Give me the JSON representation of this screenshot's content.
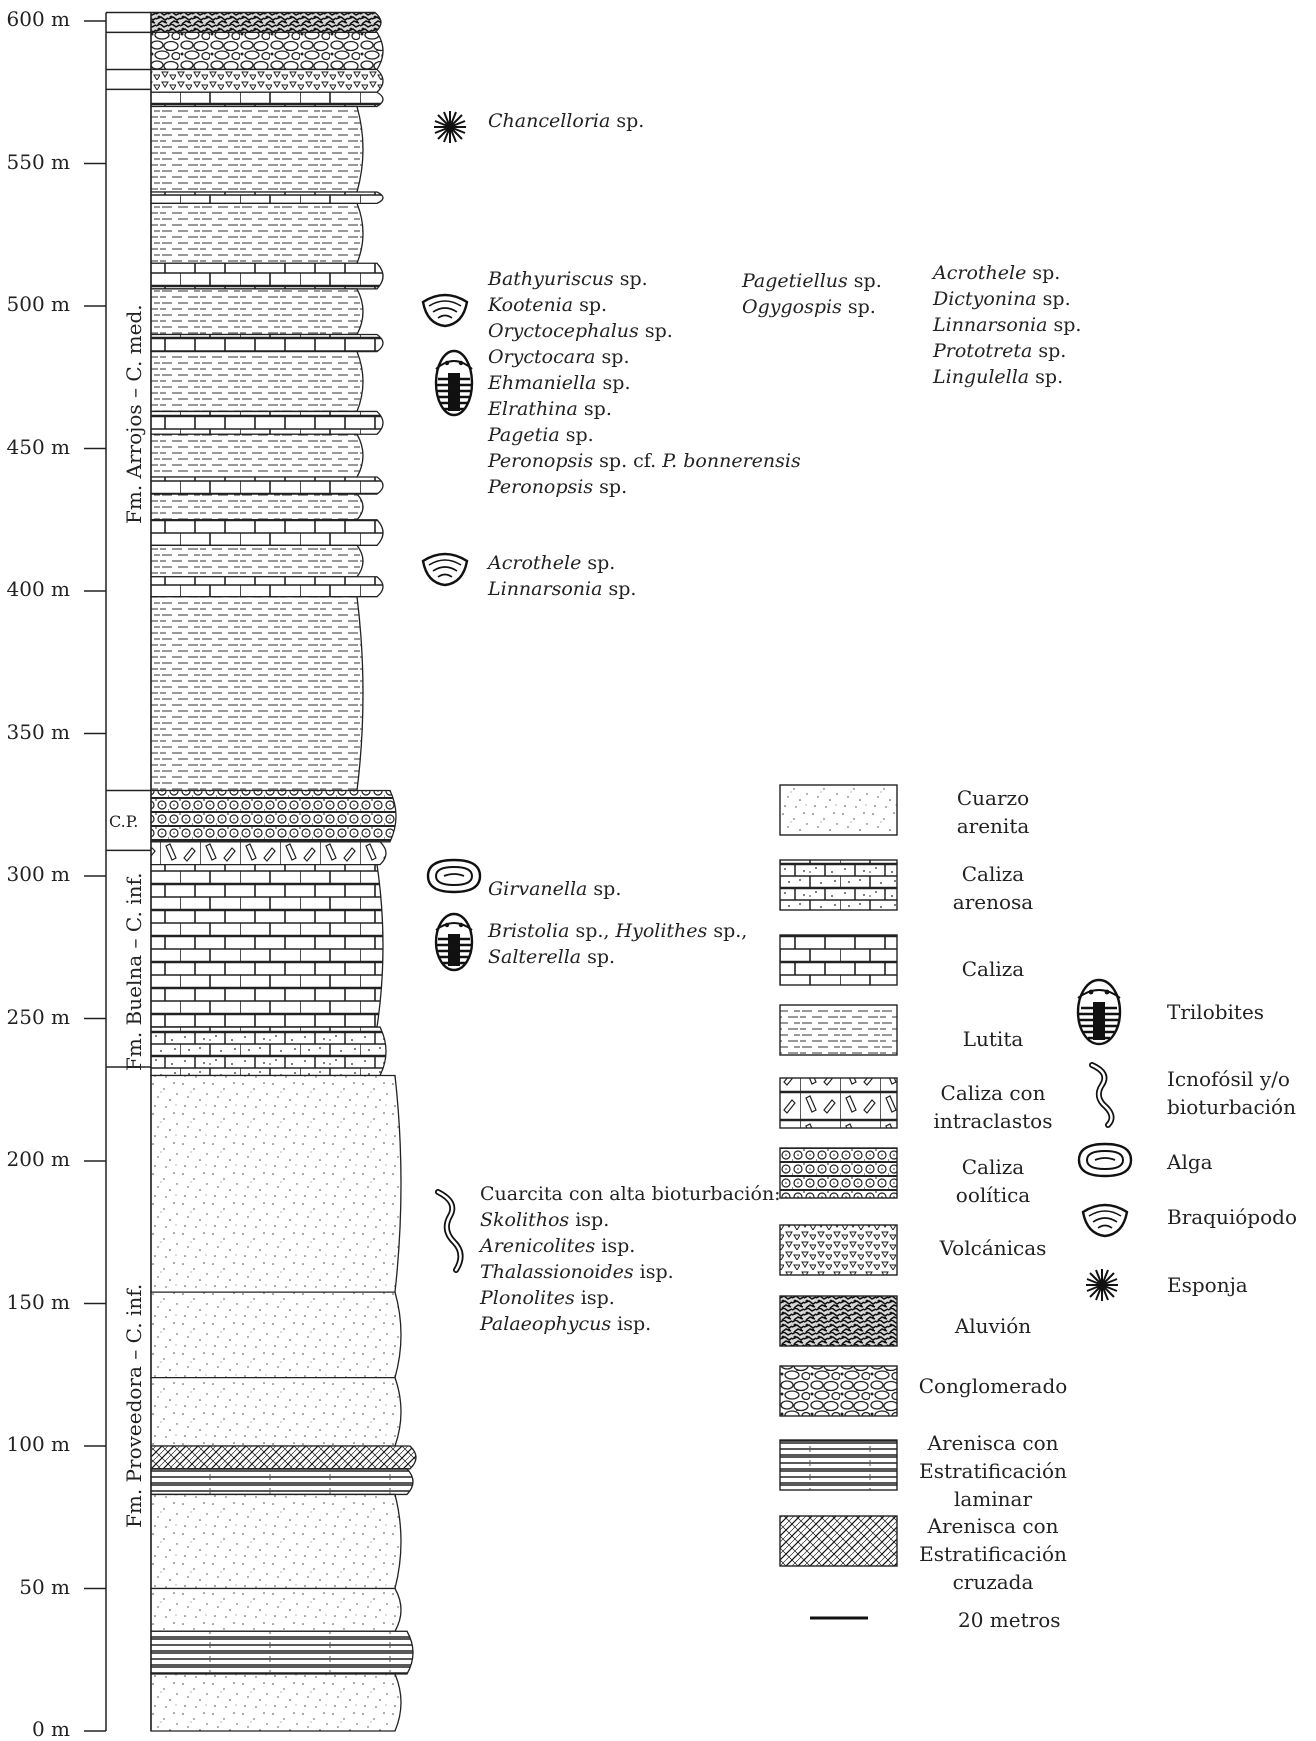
{
  "axis": {
    "ticks": [
      {
        "label": "600 m",
        "value": 600
      },
      {
        "label": "550 m",
        "value": 550
      },
      {
        "label": "500 m",
        "value": 500
      },
      {
        "label": "450 m",
        "value": 450
      },
      {
        "label": "400 m",
        "value": 400
      },
      {
        "label": "350 m",
        "value": 350
      },
      {
        "label": "300 m",
        "value": 300
      },
      {
        "label": "250 m",
        "value": 250
      },
      {
        "label": "200 m",
        "value": 200
      },
      {
        "label": "150 m",
        "value": 150
      },
      {
        "label": "100 m",
        "value": 100
      },
      {
        "label": "50 m",
        "value": 50
      },
      {
        "label": "0 m",
        "value": 0
      }
    ]
  },
  "formations": {
    "arrojos": "Fm. Arrojos – C. med.",
    "cp": "C.P.",
    "buelna": "Fm. Buelna – C. inf.",
    "proveedora": "Fm. Proveedora – C. inf."
  },
  "layers": [
    {
      "lithology": "aluvion",
      "from": 596,
      "to": 603
    },
    {
      "lithology": "conglomerado",
      "from": 583,
      "to": 596
    },
    {
      "lithology": "volcanicas",
      "from": 575,
      "to": 583
    },
    {
      "lithology": "caliza",
      "from": 570,
      "to": 575
    },
    {
      "lithology": "lutita",
      "from": 540,
      "to": 570
    },
    {
      "lithology": "caliza",
      "from": 536,
      "to": 540
    },
    {
      "lithology": "lutita",
      "from": 515,
      "to": 536
    },
    {
      "lithology": "caliza",
      "from": 506,
      "to": 515
    },
    {
      "lithology": "lutita",
      "from": 490,
      "to": 506
    },
    {
      "lithology": "caliza",
      "from": 484,
      "to": 490
    },
    {
      "lithology": "lutita",
      "from": 463,
      "to": 484
    },
    {
      "lithology": "caliza",
      "from": 455,
      "to": 463
    },
    {
      "lithology": "lutita",
      "from": 440,
      "to": 455
    },
    {
      "lithology": "caliza",
      "from": 434,
      "to": 440
    },
    {
      "lithology": "lutita",
      "from": 425,
      "to": 434
    },
    {
      "lithology": "caliza",
      "from": 416,
      "to": 425
    },
    {
      "lithology": "lutita",
      "from": 405,
      "to": 416
    },
    {
      "lithology": "caliza",
      "from": 398,
      "to": 405
    },
    {
      "lithology": "lutita",
      "from": 330,
      "to": 398
    },
    {
      "lithology": "oolitica",
      "from": 312,
      "to": 330
    },
    {
      "lithology": "intraclastos",
      "from": 304,
      "to": 312
    },
    {
      "lithology": "caliza",
      "from": 247,
      "to": 304
    },
    {
      "lithology": "arenosa",
      "from": 230,
      "to": 247
    },
    {
      "lithology": "cuarzo",
      "from": 154,
      "to": 230
    },
    {
      "lithology": "cuarzo",
      "from": 124,
      "to": 154
    },
    {
      "lithology": "cuarzo",
      "from": 100,
      "to": 124
    },
    {
      "lithology": "cruzada",
      "from": 92,
      "to": 100
    },
    {
      "lithology": "laminar",
      "from": 83,
      "to": 92
    },
    {
      "lithology": "cuarzo",
      "from": 50,
      "to": 83
    },
    {
      "lithology": "cuarzo",
      "from": 35,
      "to": 50
    },
    {
      "lithology": "laminar",
      "from": 20,
      "to": 35
    },
    {
      "lithology": "cuarzo",
      "from": 0,
      "to": 20
    }
  ],
  "fossils": {
    "chancelloria": [
      [
        {
          "t": "Chancelloria",
          "i": true
        },
        {
          "t": " sp.",
          "i": false
        }
      ]
    ],
    "group_500_a": [
      [
        {
          "t": "Bathyuriscus",
          "i": true
        },
        {
          "t": " sp.",
          "i": false
        }
      ],
      [
        {
          "t": "Kootenia",
          "i": true
        },
        {
          "t": " sp.",
          "i": false
        }
      ],
      [
        {
          "t": "Oryctocephalus",
          "i": true
        },
        {
          "t": " sp.",
          "i": false
        }
      ],
      [
        {
          "t": "Oryctocara",
          "i": true
        },
        {
          "t": " sp.",
          "i": false
        }
      ],
      [
        {
          "t": "Ehmaniella",
          "i": true
        },
        {
          "t": " sp.",
          "i": false
        }
      ],
      [
        {
          "t": "Elrathina",
          "i": true
        },
        {
          "t": " sp.",
          "i": false
        }
      ],
      [
        {
          "t": "Pagetia",
          "i": true
        },
        {
          "t": " sp.",
          "i": false
        }
      ],
      [
        {
          "t": "Peronopsis",
          "i": true
        },
        {
          "t": " sp. cf. ",
          "i": false
        },
        {
          "t": "P. bonnerensis",
          "i": true
        }
      ],
      [
        {
          "t": "Peronopsis",
          "i": true
        },
        {
          "t": " sp.",
          "i": false
        }
      ]
    ],
    "group_500_b": [
      [
        {
          "t": "Pagetiellus",
          "i": true
        },
        {
          "t": " sp.",
          "i": false
        }
      ],
      [
        {
          "t": "Ogygospis",
          "i": true
        },
        {
          "t": " sp.",
          "i": false
        }
      ]
    ],
    "group_500_c": [
      [
        {
          "t": "Acrothele",
          "i": true
        },
        {
          "t": " sp.",
          "i": false
        }
      ],
      [
        {
          "t": "Dictyonina",
          "i": true
        },
        {
          "t": " sp.",
          "i": false
        }
      ],
      [
        {
          "t": "Linnarsonia",
          "i": true
        },
        {
          "t": " sp.",
          "i": false
        }
      ],
      [
        {
          "t": "Prototreta",
          "i": true
        },
        {
          "t": " sp.",
          "i": false
        }
      ],
      [
        {
          "t": "Lingulella",
          "i": true
        },
        {
          "t": " sp.",
          "i": false
        }
      ]
    ],
    "group_410": [
      [
        {
          "t": "Acrothele",
          "i": true
        },
        {
          "t": " sp.",
          "i": false
        }
      ],
      [
        {
          "t": "Linnarsonia",
          "i": true
        },
        {
          "t": " sp.",
          "i": false
        }
      ]
    ],
    "group_girvanella": [
      [
        {
          "t": "Girvanella",
          "i": true
        },
        {
          "t": " sp.",
          "i": false
        }
      ]
    ],
    "group_bristolia": [
      [
        {
          "t": "Bristolia",
          "i": true
        },
        {
          "t": " sp., ",
          "i": false
        },
        {
          "t": "Hyolithes",
          "i": true
        },
        {
          "t": " sp.,",
          "i": false
        }
      ],
      [
        {
          "t": "Salterella",
          "i": true
        },
        {
          "t": " sp.",
          "i": false
        }
      ]
    ],
    "group_ichno": [
      [
        {
          "t": "Cuarcita con alta bioturbación:",
          "i": false
        }
      ],
      [
        {
          "t": "Skolithos",
          "i": true
        },
        {
          "t": " isp.",
          "i": false
        }
      ],
      [
        {
          "t": "Arenicolites",
          "i": true
        },
        {
          "t": " isp.",
          "i": false
        }
      ],
      [
        {
          "t": "Thalassionoides",
          "i": true
        },
        {
          "t": " isp.",
          "i": false
        }
      ],
      [
        {
          "t": "Plonolites",
          "i": true
        },
        {
          "t": " isp.",
          "i": false
        }
      ],
      [
        {
          "t": "Palaeophycus",
          "i": true
        },
        {
          "t": " isp.",
          "i": false
        }
      ]
    ]
  },
  "legend": {
    "lithologies": [
      {
        "key": "cuarzo",
        "lines": [
          "Cuarzo",
          "arenita"
        ]
      },
      {
        "key": "arenosa",
        "lines": [
          "Caliza",
          "arenosa"
        ]
      },
      {
        "key": "caliza",
        "lines": [
          "Caliza"
        ]
      },
      {
        "key": "lutita",
        "lines": [
          "Lutita"
        ]
      },
      {
        "key": "intraclastos",
        "lines": [
          "Caliza con",
          "intraclastos"
        ]
      },
      {
        "key": "oolitica",
        "lines": [
          "Caliza",
          "oolítica"
        ]
      },
      {
        "key": "volcanicas",
        "lines": [
          "Volcánicas"
        ]
      },
      {
        "key": "aluvion",
        "lines": [
          "Aluvión"
        ]
      },
      {
        "key": "conglomerado",
        "lines": [
          "Conglomerado"
        ]
      },
      {
        "key": "laminar",
        "lines": [
          "Arenisca con",
          "Estratificación",
          "laminar"
        ]
      },
      {
        "key": "cruzada",
        "lines": [
          "Arenisca con",
          "Estratificación",
          "cruzada"
        ]
      }
    ],
    "scale_label": "20 metros",
    "icons": [
      {
        "icon": "trilobite-icon",
        "lines": [
          "Trilobites"
        ]
      },
      {
        "icon": "ichnofossil-icon",
        "lines": [
          "Icnofósil y/o",
          "bioturbación"
        ]
      },
      {
        "icon": "alga-icon",
        "lines": [
          "Alga"
        ]
      },
      {
        "icon": "brachiopod-icon",
        "lines": [
          "Braquiópodo"
        ]
      },
      {
        "icon": "sponge-icon",
        "lines": [
          "Esponja"
        ]
      }
    ]
  }
}
